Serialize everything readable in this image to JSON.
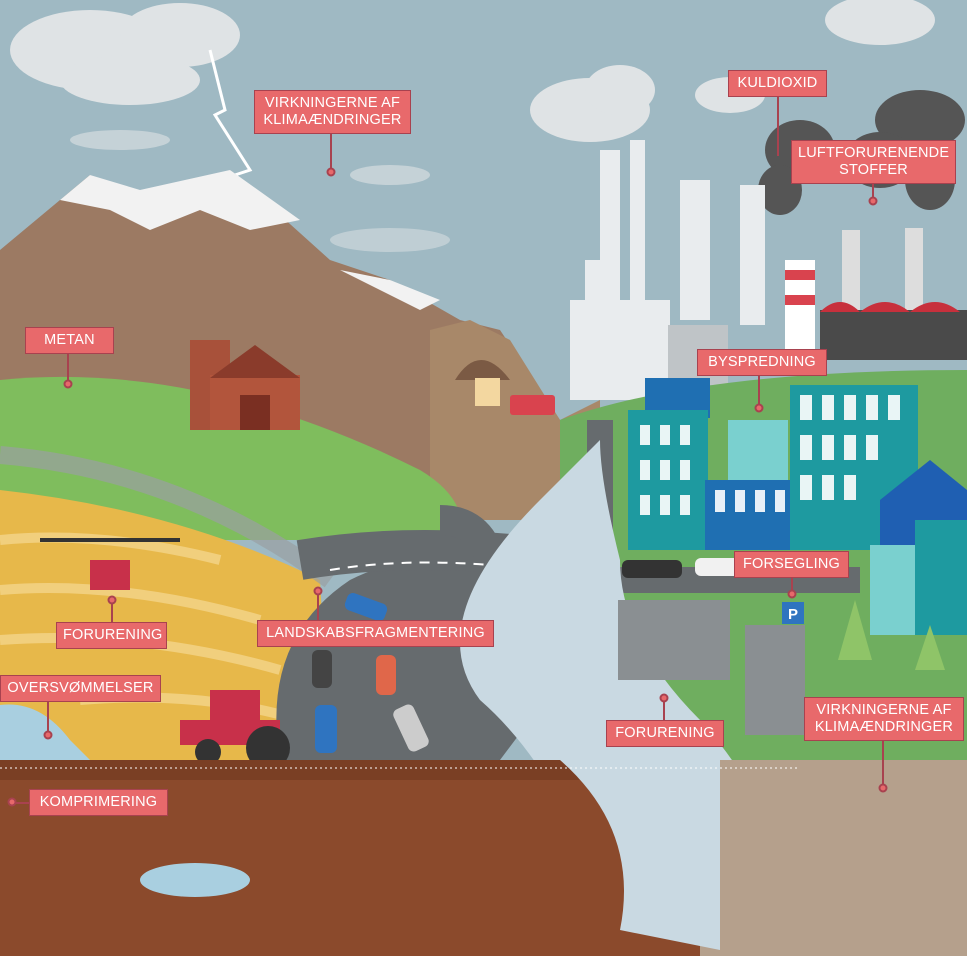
{
  "labels": {
    "climate_top": "VIRKNINGERNE AF KLIMAÆNDRINGER",
    "co2": "KULDIOXID",
    "air_pollutants": "LUFTFORURENENDE STOFFER",
    "methane": "METAN",
    "urban_sprawl": "BYSPREDNING",
    "pollution_field": "FORURENING",
    "fragmentation": "LANDSKABSFRAGMENTERING",
    "flooding": "OVERSVØMMELSER",
    "sealing": "FORSEGLING",
    "pollution_river": "FORURENING",
    "climate_right": "VIRKNINGERNE AF KLIMAÆNDRINGER",
    "compaction": "KOMPRIMERING"
  },
  "parking_sign": "P",
  "colors": {
    "label": "#e8696b",
    "label_border": "#a8424f",
    "sky": "#9fb9c3"
  }
}
